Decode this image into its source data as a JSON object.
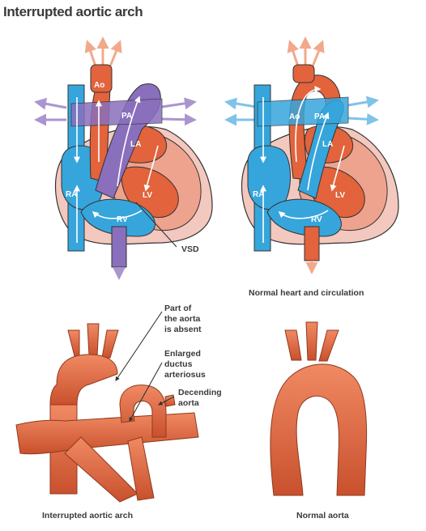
{
  "title": "Interrupted aortic arch",
  "colors": {
    "oxygenated": "#e2633c",
    "deoxygenated": "#36a5dc",
    "mixed": "#8a6fbd",
    "myocardium": "#eea38f",
    "pericardium": "#f3c8bf",
    "outline": "#333333"
  },
  "top_left": {
    "chambers": {
      "ao": "Ao",
      "pa": "PA",
      "la": "LA",
      "ra": "RA",
      "lv": "LV",
      "rv": "RV"
    },
    "callout": "VSD"
  },
  "top_right": {
    "chambers": {
      "ao": "Ao",
      "pa": "PA",
      "la": "LA",
      "ra": "RA",
      "lv": "LV",
      "rv": "RV"
    },
    "caption": "Normal heart and circulation"
  },
  "bottom_left": {
    "callouts": {
      "absent": [
        "Part of",
        "the aorta",
        "is absent"
      ],
      "ductus": [
        "Enlarged",
        "ductus",
        "arteriosus"
      ],
      "descending": [
        "Decending",
        "aorta"
      ]
    },
    "caption": "Interrupted aortic arch"
  },
  "bottom_right": {
    "caption": "Normal aorta"
  }
}
